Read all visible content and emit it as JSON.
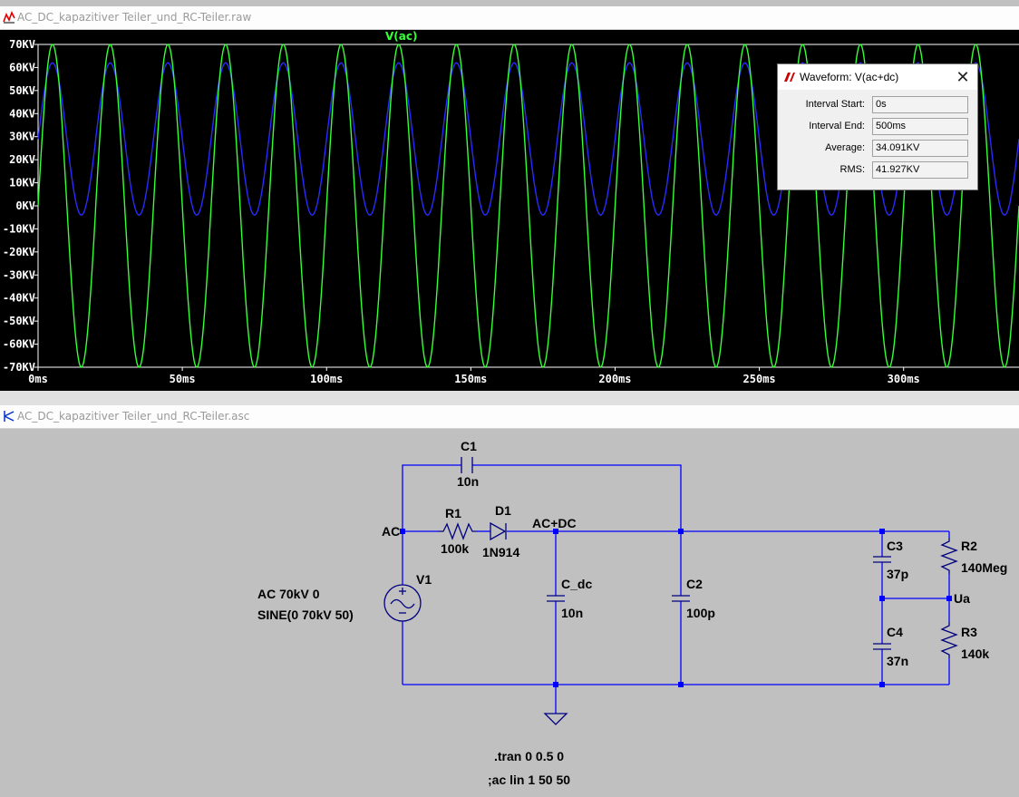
{
  "waveform_window": {
    "title": "AC_DC_kapazitiver Teiler_und_RC-Teiler.raw",
    "trace_label": "V(ac)",
    "y_ticks": [
      "70KV",
      "60KV",
      "50KV",
      "40KV",
      "30KV",
      "20KV",
      "10KV",
      "0KV",
      "-10KV",
      "-20KV",
      "-30KV",
      "-40KV",
      "-50KV",
      "-60KV",
      "-70KV"
    ],
    "x_ticks": [
      "0ms",
      "50ms",
      "100ms",
      "150ms",
      "200ms",
      "250ms",
      "300ms"
    ],
    "colors": {
      "background": "#000000",
      "vac": "#35ff35",
      "vacdc": "#2a2aff",
      "axis_text": "#ffffff"
    }
  },
  "chart_data": {
    "type": "line",
    "title": "",
    "xlabel": "",
    "ylabel": "",
    "x_unit": "ms",
    "y_unit": "KV",
    "xlim": [
      0,
      340
    ],
    "ylim": [
      -70,
      70
    ],
    "series": [
      {
        "name": "V(ac)",
        "frequency_hz": 50,
        "amplitude_kv": 70,
        "offset_kv": 0,
        "color": "#35ff35"
      },
      {
        "frequency_hz": 50,
        "amplitude_kv": 33,
        "offset_kv": 29,
        "color": "#2a2aff"
      }
    ]
  },
  "measure_popup": {
    "title": "Waveform: V(ac+dc)",
    "close_glyph": "✕",
    "interval_start_label": "Interval Start:",
    "interval_start": "0s",
    "interval_end_label": "Interval End:",
    "interval_end": "500ms",
    "average_label": "Average:",
    "average": "34.091KV",
    "rms_label": "RMS:",
    "rms": "41.927KV"
  },
  "schematic_window": {
    "title": "AC_DC_kapazitiver Teiler_und_RC-Teiler.asc",
    "colors": {
      "background": "#c0c0c0",
      "wire": "#0000ff",
      "component": "#000080",
      "text": "#000000"
    },
    "labels": {
      "c1_name": "C1",
      "c1_value": "10n",
      "r1_name": "R1",
      "r1_value": "100k",
      "d1_name": "D1",
      "d1_value": "1N914",
      "net_ac": "AC",
      "net_acdc": "AC+DC",
      "net_ua": "Ua",
      "v1_name": "V1",
      "v1_ac": "AC 70kV 0",
      "v1_sine": "SINE(0 70kV 50)",
      "cdc_name": "C_dc",
      "cdc_value": "10n",
      "c2_name": "C2",
      "c2_value": "100p",
      "c3_name": "C3",
      "c3_value": "37p",
      "c4_name": "C4",
      "c4_value": "37n",
      "r2_name": "R2",
      "r2_value": "140Meg",
      "r3_name": "R3",
      "r3_value": "140k",
      "directive_tran": ".tran 0 0.5 0",
      "directive_ac": ";ac lin 1 50 50"
    }
  }
}
